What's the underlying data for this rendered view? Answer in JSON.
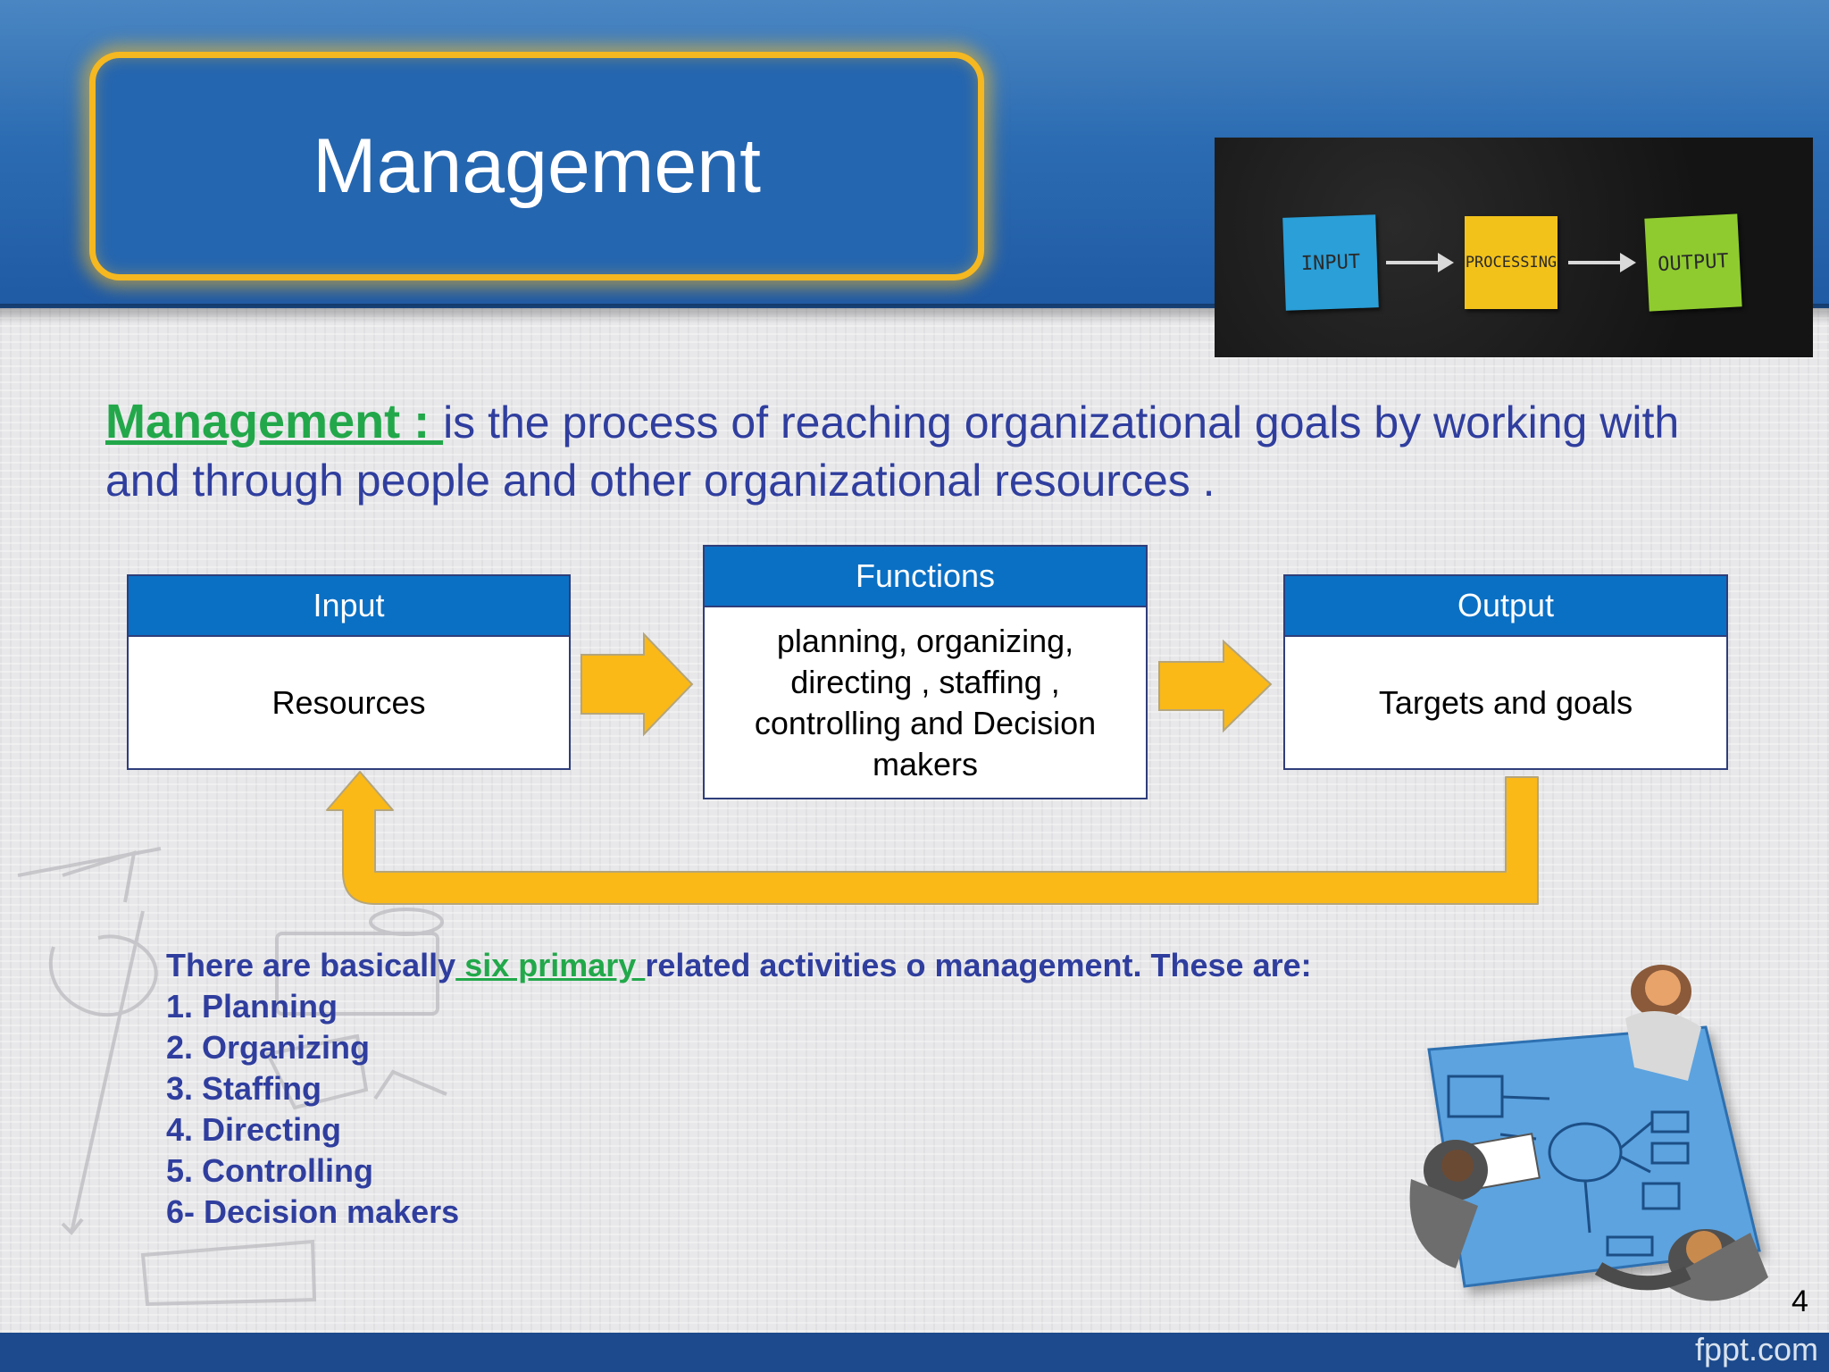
{
  "slide": {
    "title": "Management",
    "page_number": "4",
    "brand": "fppt.com"
  },
  "image_notes": {
    "input": "INPUT",
    "processing": "PROCESSING",
    "output": "OUTPUT"
  },
  "definition": {
    "term": "Management : ",
    "text": "is the process of reaching organizational goals by working with and through people and other organizational resources ."
  },
  "diagram": {
    "input": {
      "header": "Input",
      "body": "Resources"
    },
    "functions": {
      "header": "Functions",
      "body": "planning, organizing, directing , staffing , controlling and Decision makers"
    },
    "output": {
      "header": "Output",
      "body": "Targets and goals"
    }
  },
  "activities": {
    "intro_before": "There are basically",
    "intro_highlight": " six primary ",
    "intro_after": "related activities o management. These are:",
    "items": [
      "1. Planning",
      "2. Organizing",
      "3. Staffing",
      "4. Directing",
      "5. Controlling",
      "6- Decision makers"
    ]
  },
  "colors": {
    "header_blue": "#2566b0",
    "title_border": "#f5b820",
    "box_header": "#0a70c4",
    "arrow": "#fbb917",
    "text_blue": "#2f3e9e",
    "highlight_green": "#22a84a"
  }
}
